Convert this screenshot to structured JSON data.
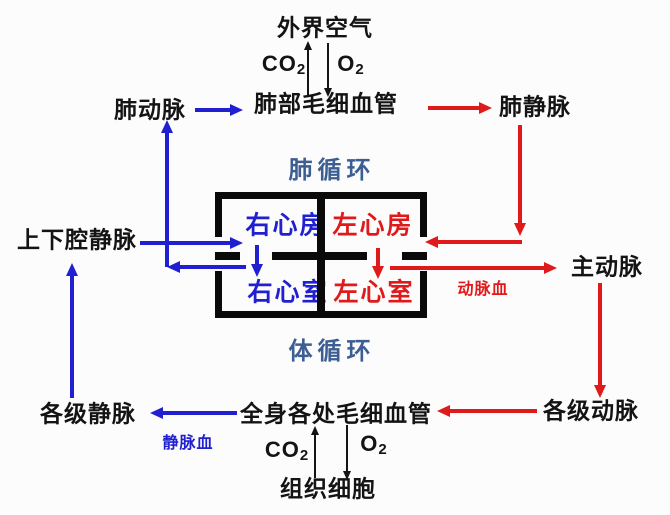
{
  "colors": {
    "blue": "#2120d0",
    "red": "#e01a1a",
    "slate": "#3c5e92",
    "ink": "#141414",
    "wall": "#0a0a0a",
    "bg": "#fcfcfc"
  },
  "nodes": {
    "outside_air": {
      "text": "外界空气"
    },
    "co2": {
      "main": "CO",
      "sub": "2"
    },
    "o2": {
      "main": "O",
      "sub": "2"
    },
    "pulmonary_capillaries": {
      "text": "肺部毛细血管"
    },
    "pulmonary_artery": {
      "text": "肺动脉"
    },
    "pulmonary_vein": {
      "text": "肺静脉"
    },
    "pulmonary_circulation": {
      "text": "肺循环"
    },
    "right_atrium": {
      "text": "右心房"
    },
    "left_atrium": {
      "text": "左心房"
    },
    "right_ventricle": {
      "text": "右心室"
    },
    "left_ventricle": {
      "text": "左心室"
    },
    "vena_cava": {
      "text": "上下腔静脉"
    },
    "aorta": {
      "text": "主动脉"
    },
    "arterial_blood": {
      "text": "动脉血"
    },
    "systemic_circulation": {
      "text": "体循环"
    },
    "veins_all_levels": {
      "text": "各级静脉"
    },
    "body_capillaries": {
      "text": "全身各处毛细血管"
    },
    "arteries_all_levels": {
      "text": "各级动脉"
    },
    "venous_blood": {
      "text": "静脉血"
    },
    "tissue_cells": {
      "text": "组织细胞"
    }
  },
  "arrows": [
    {
      "from": "肺部毛细血管",
      "to": "外界空气",
      "gas": "CO2",
      "color": "black"
    },
    {
      "from": "外界空气",
      "to": "肺部毛细血管",
      "gas": "O2",
      "color": "black"
    },
    {
      "from": "肺动脉",
      "to": "肺部毛细血管",
      "color": "blue"
    },
    {
      "from": "肺部毛细血管",
      "to": "肺静脉",
      "color": "red"
    },
    {
      "from": "右心室",
      "to": "肺动脉",
      "color": "blue"
    },
    {
      "from": "肺静脉",
      "to": "左心房",
      "color": "red"
    },
    {
      "from": "上下腔静脉",
      "to": "右心房",
      "color": "blue"
    },
    {
      "from": "右心房",
      "to": "右心室",
      "color": "blue"
    },
    {
      "from": "左心房",
      "to": "左心室",
      "color": "red"
    },
    {
      "from": "左心室",
      "to": "主动脉",
      "color": "red"
    },
    {
      "from": "主动脉",
      "to": "各级动脉",
      "color": "red"
    },
    {
      "from": "各级动脉",
      "to": "全身各处毛细血管",
      "color": "red"
    },
    {
      "from": "全身各处毛细血管",
      "to": "各级静脉",
      "color": "blue"
    },
    {
      "from": "各级静脉",
      "to": "上下腔静脉",
      "color": "blue"
    },
    {
      "from": "组织细胞",
      "to": "全身各处毛细血管",
      "gas": "CO2",
      "color": "black"
    },
    {
      "from": "全身各处毛细血管",
      "to": "组织细胞",
      "gas": "O2",
      "color": "black"
    }
  ]
}
